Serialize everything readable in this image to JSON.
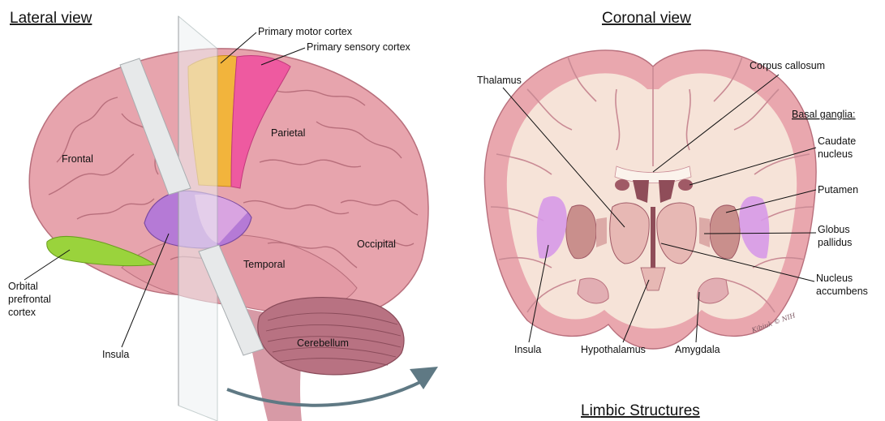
{
  "headings": {
    "lateral": "Lateral view",
    "coronal": "Coronal view",
    "limbic": "Limbic Structures"
  },
  "lateral_labels": {
    "primary_motor": "Primary motor cortex",
    "primary_sensory": "Primary sensory cortex",
    "frontal": "Frontal",
    "parietal": "Parietal",
    "occipital": "Occipital",
    "temporal": "Temporal",
    "cerebellum": "Cerebellum",
    "orbital_1": "Orbital",
    "orbital_2": "prefrontal",
    "orbital_3": "cortex",
    "insula": "Insula"
  },
  "coronal_labels": {
    "thalamus": "Thalamus",
    "corpus_callosum": "Corpus callosum",
    "basal_ganglia": "Basal ganglia:",
    "caudate_1": "Caudate",
    "caudate_2": "nucleus",
    "putamen": "Putamen",
    "globus_1": "Globus",
    "globus_2": "pallidus",
    "nacc_1": "Nucleus",
    "nacc_2": "accumbens",
    "insula": "Insula",
    "hypothalamus": "Hypothalamus",
    "amygdala": "Amygdala"
  },
  "colors": {
    "cortex_pink": "#e9a7ae",
    "cortex_dark": "#c97a86",
    "white_matter": "#f6e3d8",
    "motor": "#f2b43c",
    "sensory": "#ee5aa0",
    "insula": "#b57ad6",
    "orbital": "#9ad33c",
    "cerebellum": "#b87282",
    "glass": "#e7e9ea"
  },
  "signature": "Kibiuk © NIH"
}
